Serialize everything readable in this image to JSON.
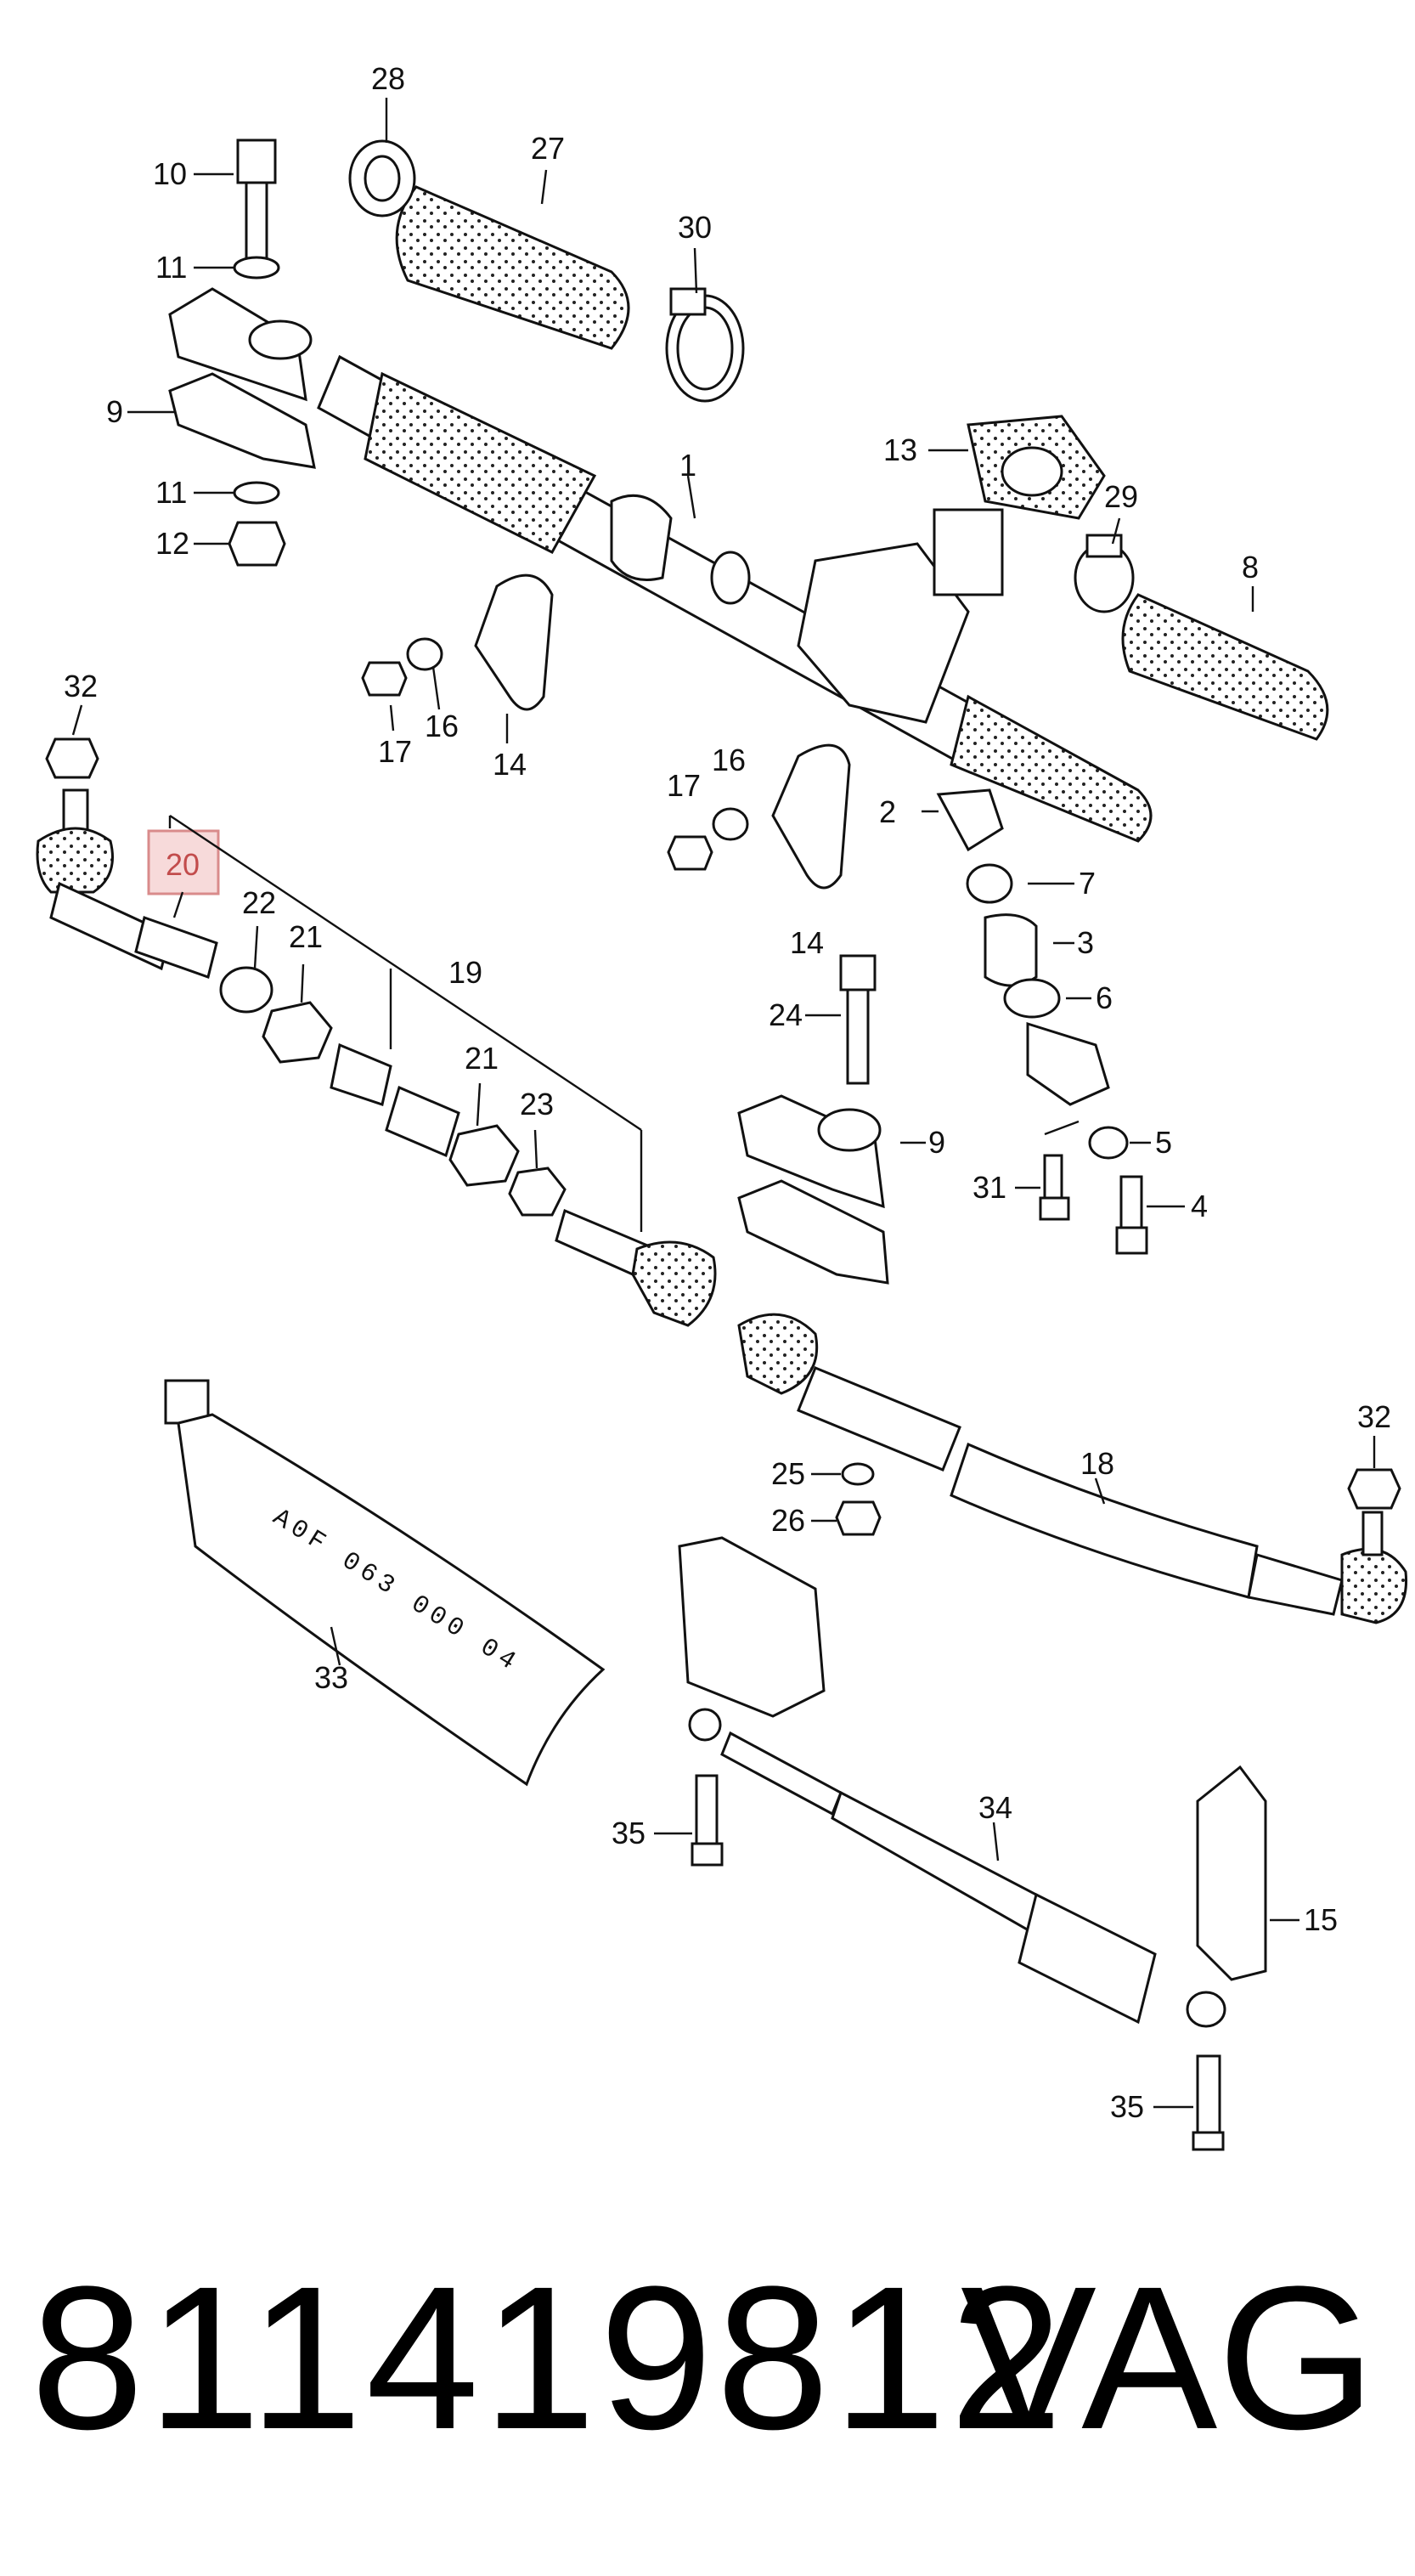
{
  "callouts": {
    "c1": "1",
    "c2": "2",
    "c3": "3",
    "c4": "4",
    "c5": "5",
    "c6": "6",
    "c7": "7",
    "c8": "8",
    "c9a": "9",
    "c9b": "9",
    "c10": "10",
    "c11a": "11",
    "c11b": "11",
    "c12": "12",
    "c13": "13",
    "c14a": "14",
    "c14b": "14",
    "c15": "15",
    "c16a": "16",
    "c16b": "16",
    "c17a": "17",
    "c17b": "17",
    "c18": "18",
    "c19": "19",
    "c20": "20",
    "c21a": "21",
    "c21b": "21",
    "c22": "22",
    "c23": "23",
    "c24": "24",
    "c25": "25",
    "c26": "26",
    "c27": "27",
    "c28": "28",
    "c29": "29",
    "c30": "30",
    "c31": "31",
    "c32a": "32",
    "c32b": "32",
    "c33": "33",
    "c34": "34",
    "c35a": "35",
    "c35b": "35"
  },
  "grease_tube_label": "A0F 063 000 04",
  "highlight_color": "#d98b8b",
  "footer": {
    "part_number": "811419812",
    "brand": "VAG"
  }
}
